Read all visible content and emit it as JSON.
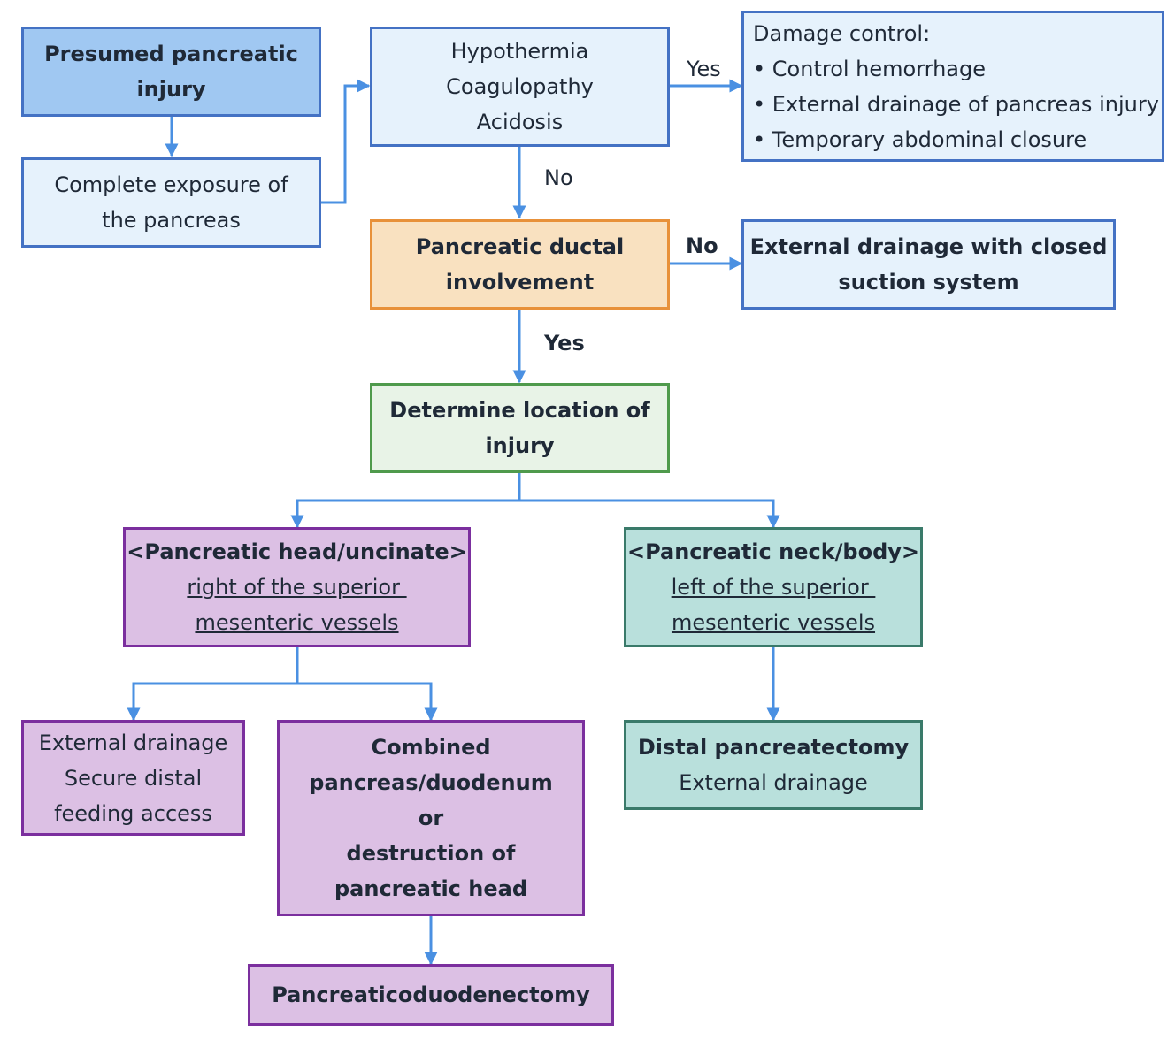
{
  "nodes": {
    "presumed": [
      "Presumed pancreatic",
      "injury"
    ],
    "exposure": [
      "Complete exposure of",
      "the pancreas"
    ],
    "hca": [
      "Hypothermia",
      "Coagulopathy",
      "Acidosis"
    ],
    "damage": [
      "Damage control:",
      "• Control hemorrhage",
      "• External drainage of pancreas injury",
      "• Temporary abdominal closure"
    ],
    "ductal": [
      "Pancreatic ductal",
      "involvement"
    ],
    "closed": [
      "External drainage with closed",
      "suction system"
    ],
    "location": [
      "Determine location of",
      "injury"
    ],
    "head": [
      "<Pancreatic head/uncinate>",
      "right of the superior ",
      "mesenteric vessels"
    ],
    "neck": [
      "<Pancreatic neck/body>",
      "left of the superior ",
      "mesenteric vessels"
    ],
    "drainage": [
      "External drainage",
      "Secure distal",
      "feeding access"
    ],
    "combined": [
      "Combined",
      "pancreas/duodenum",
      "or",
      "destruction of",
      "pancreatic head"
    ],
    "distal": [
      "Distal pancreatectomy",
      "External drainage"
    ],
    "whipple": "Pancreaticoduodenectomy"
  },
  "labels": {
    "yes1": "Yes",
    "no1": "No",
    "no2": "No",
    "yes2": "Yes"
  },
  "colors": {
    "arrow": "#4a90e2"
  }
}
